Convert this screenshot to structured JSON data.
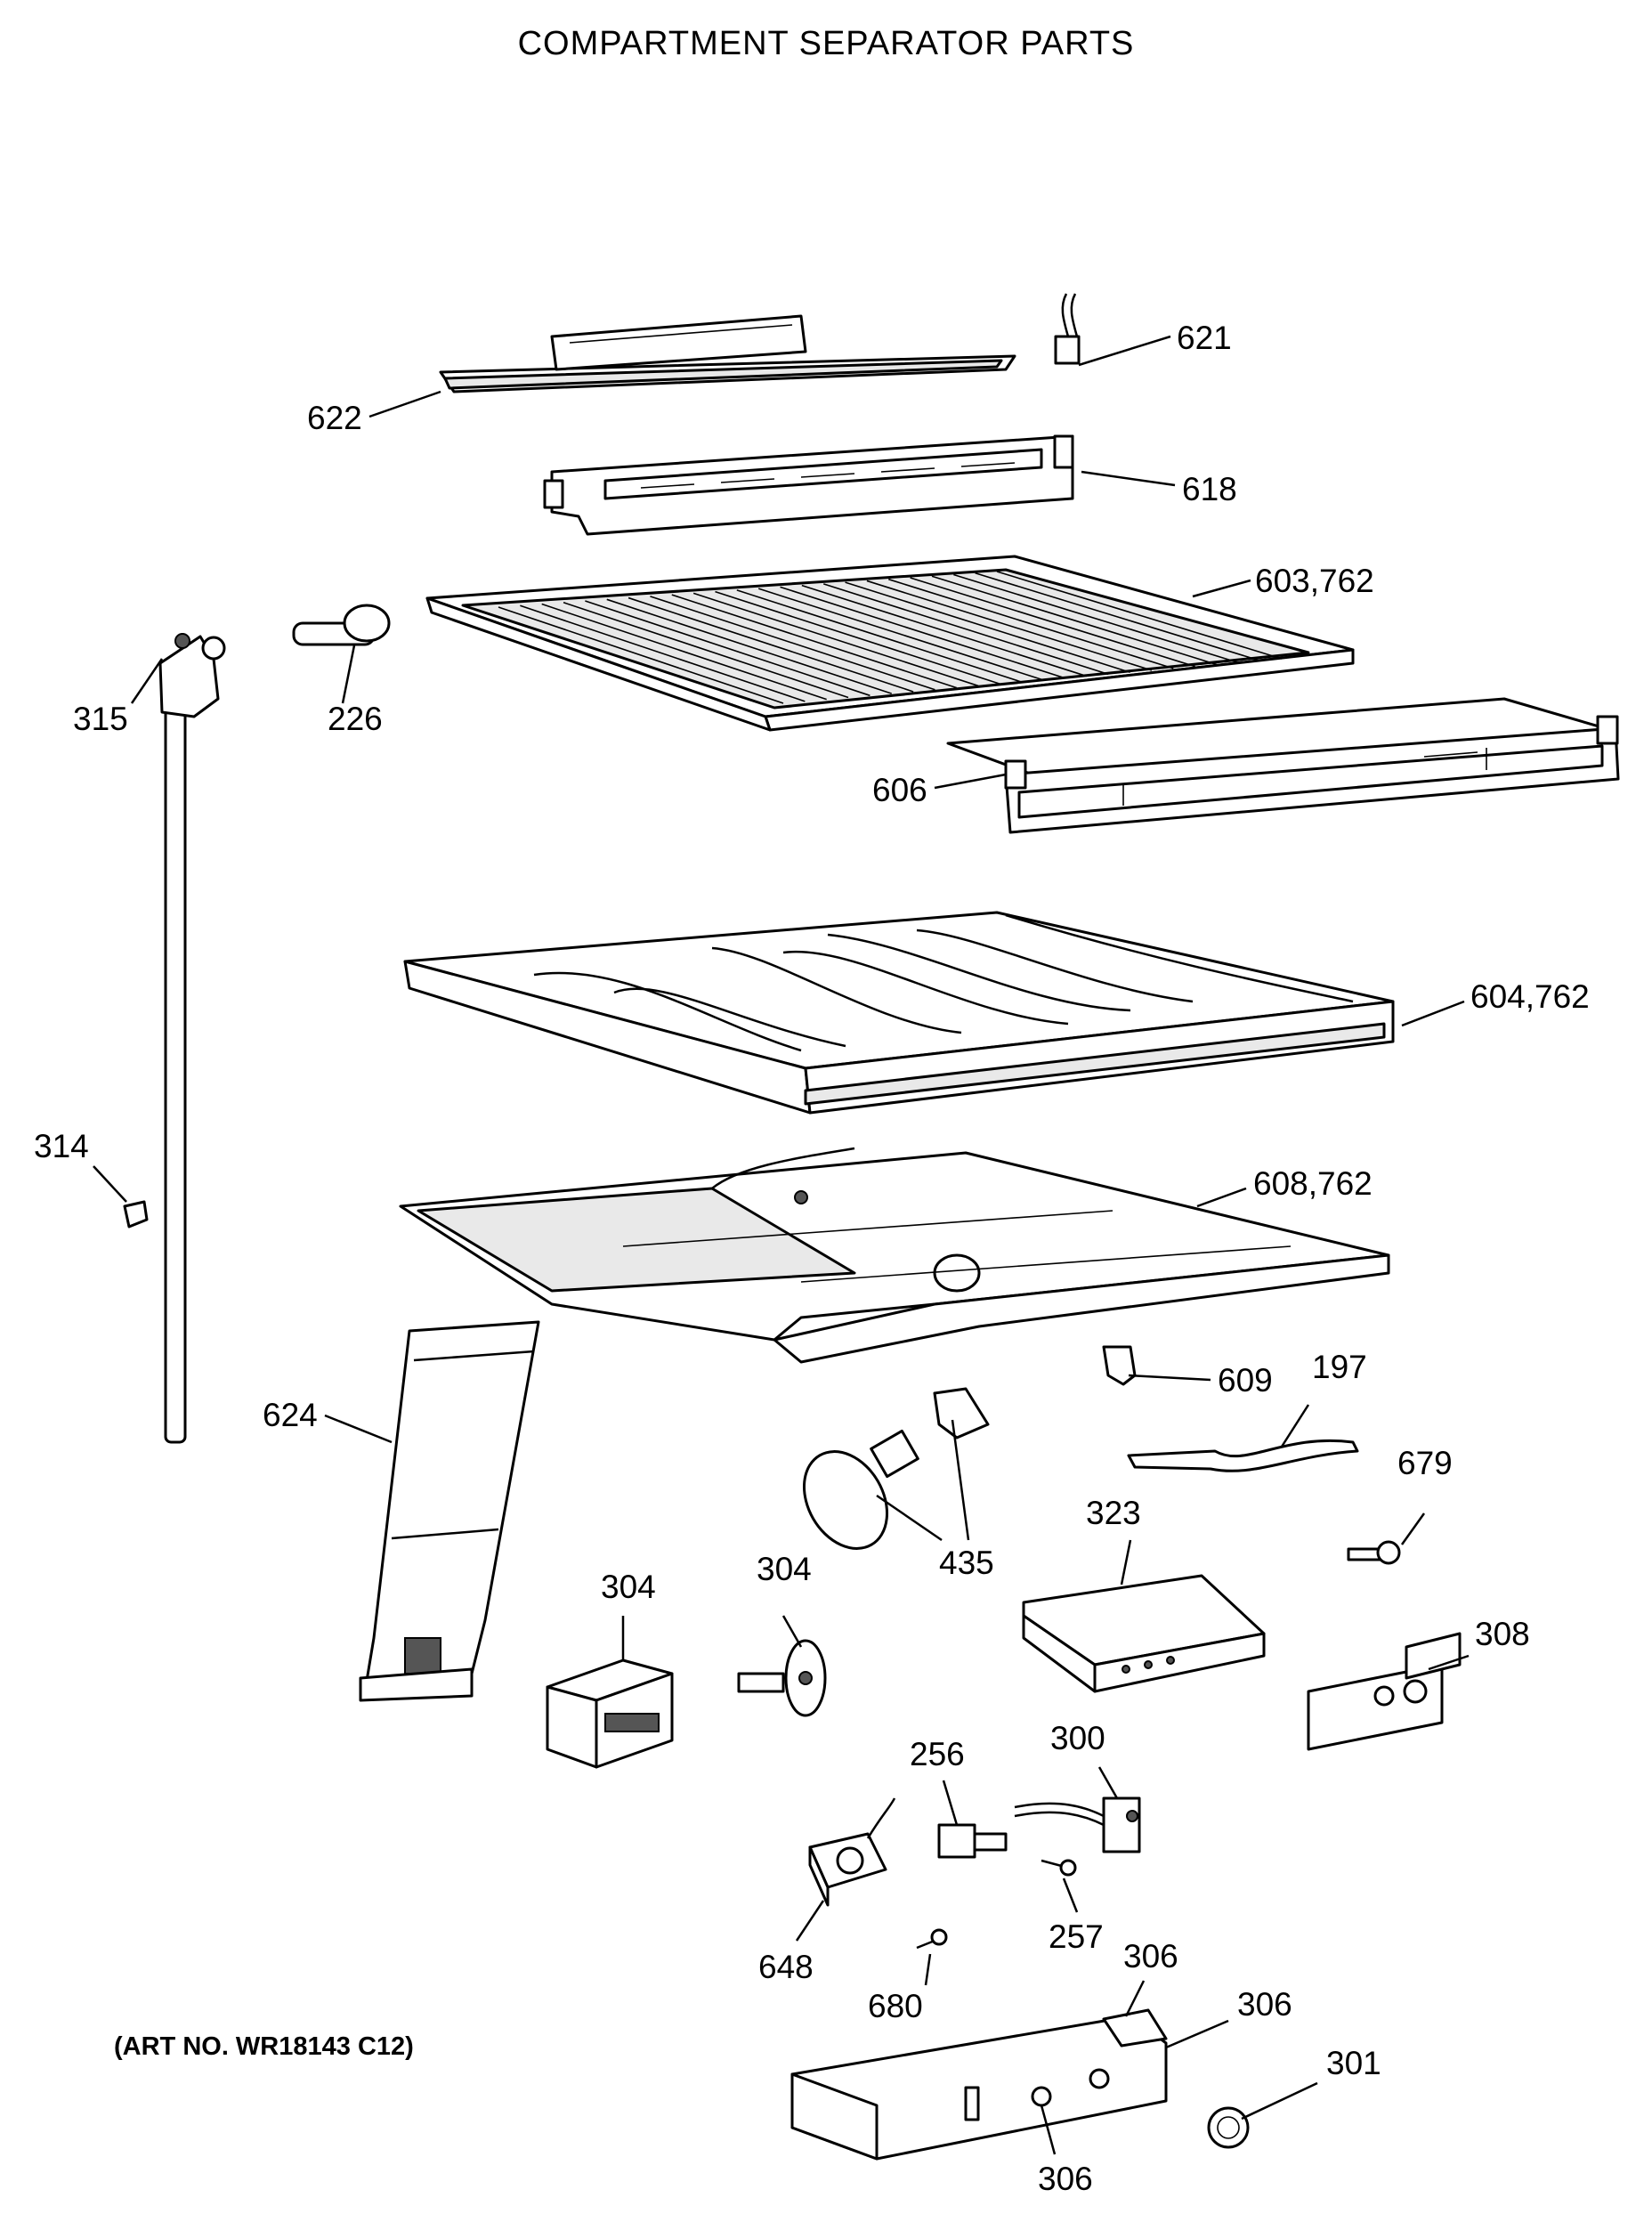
{
  "title": "COMPARTMENT SEPARATOR PARTS",
  "art_no": "(ART NO. WR18143 C12)",
  "callouts": {
    "c621": "621",
    "c622": "622",
    "c618": "618",
    "c603": "603,762",
    "c315": "315",
    "c226": "226",
    "c606": "606",
    "c604": "604,762",
    "c314": "314",
    "c608": "608,762",
    "c609": "609",
    "c197": "197",
    "c624": "624",
    "c679": "679",
    "c435": "435",
    "c323": "323",
    "c304a": "304",
    "c304b": "304",
    "c308": "308",
    "c256": "256",
    "c300": "300",
    "c257": "257",
    "c648": "648",
    "c680": "680",
    "c306a": "306",
    "c306b": "306",
    "c306c": "306",
    "c301": "301"
  }
}
